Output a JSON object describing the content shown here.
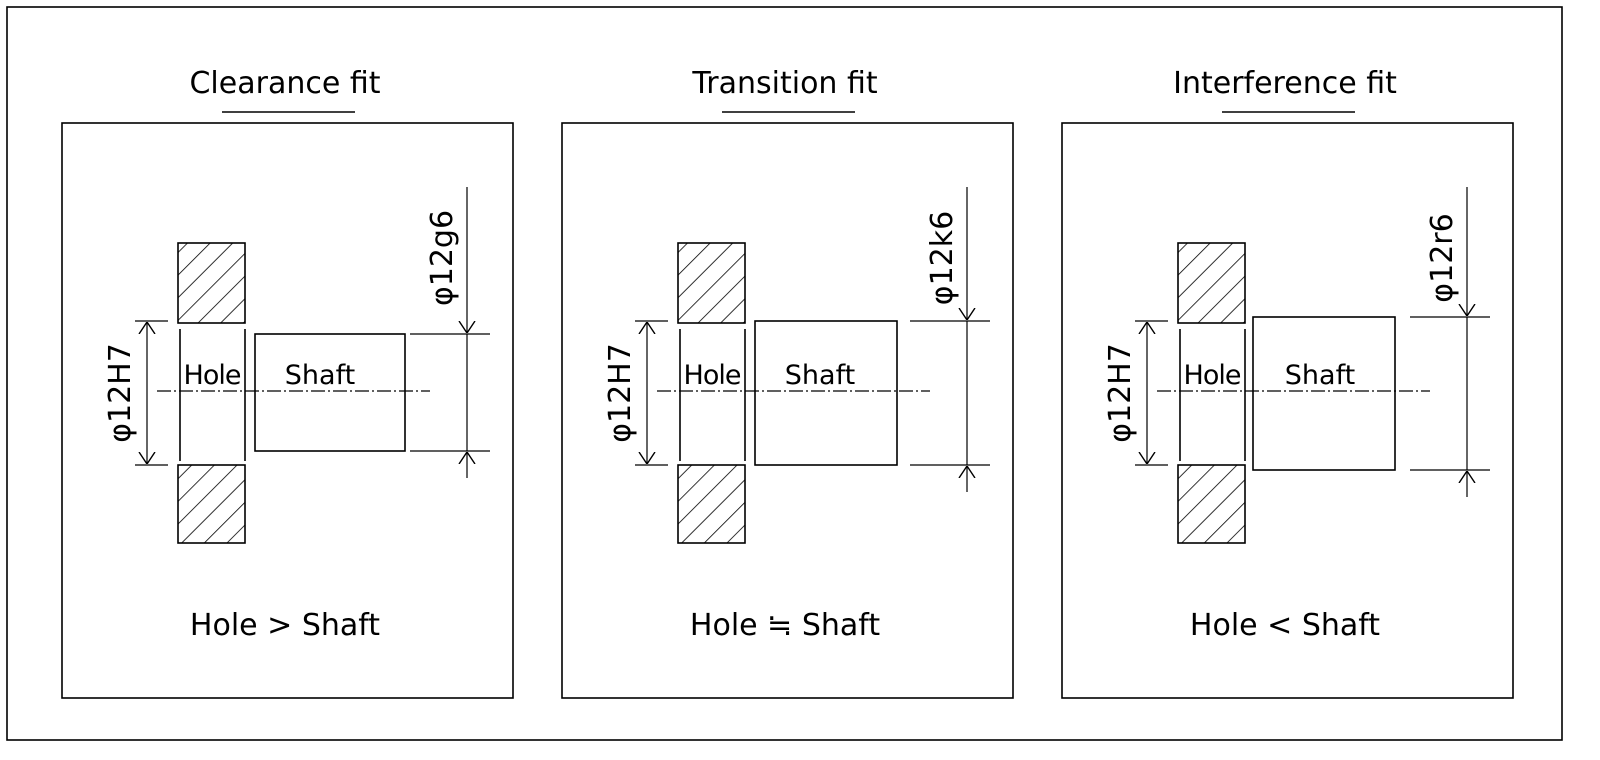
{
  "panels": [
    {
      "title": "Clearance fit",
      "hole_label": "Hole",
      "shaft_label": "Shaft",
      "hole_dim": "φ12H7",
      "shaft_dim": "φ12g6",
      "relation": "Hole > Shaft"
    },
    {
      "title": "Transition fit",
      "hole_label": "Hole",
      "shaft_label": "Shaft",
      "hole_dim": "φ12H7",
      "shaft_dim": "φ12k6",
      "relation": "Hole ≒ Shaft"
    },
    {
      "title": "Interference fit",
      "hole_label": "Hole",
      "shaft_label": "Shaft",
      "hole_dim": "φ12H7",
      "shaft_dim": "φ12r6",
      "relation": "Hole < Shaft"
    }
  ]
}
